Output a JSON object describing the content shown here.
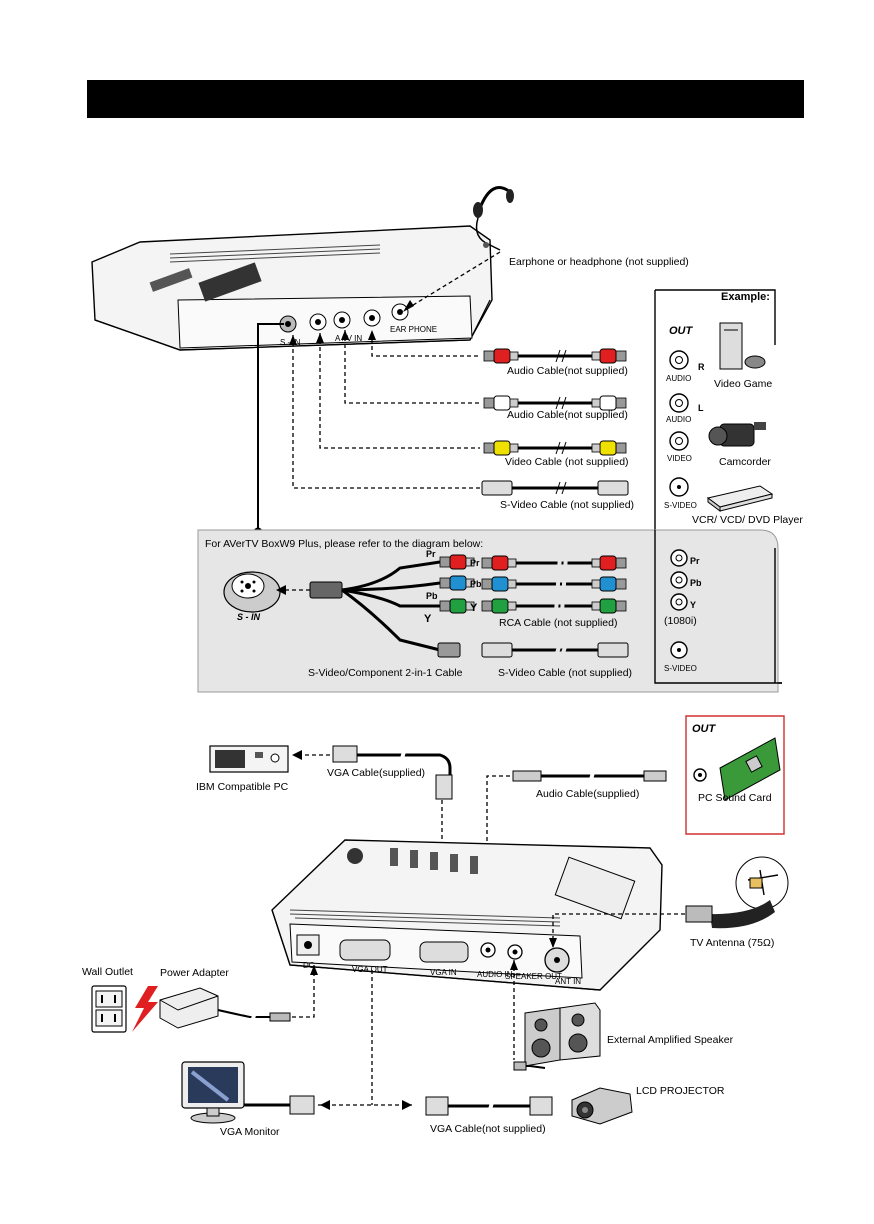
{
  "labels": {
    "earphone": "Earphone or headphone (not supplied)",
    "example": "Example:",
    "out": "OUT",
    "r": "R",
    "l": "L",
    "audio": "AUDIO",
    "video": "VIDEO",
    "svideo": "S-VIDEO",
    "video_game": "Video Game",
    "camcorder": "Camcorder",
    "vcr": "VCR/ VCD/ DVD Player",
    "audio_cable_1": "Audio Cable(not supplied)",
    "audio_cable_2": "Audio Cable(not supplied)",
    "video_cable": "Video Cable (not supplied)",
    "svideo_cable_1": "S-Video Cable (not supplied)",
    "boxw9_note": "For AVerTV BoxW9 Plus, please refer to the diagram below:",
    "pr": "Pr",
    "pb": "Pb",
    "y": "Y",
    "rca_cable": "RCA Cable (not supplied)",
    "res_1080i": "(1080i)",
    "svc_2in1": "S-Video/Component 2-in-1 Cable",
    "svideo_cable_2": "S-Video Cable (not supplied)",
    "s_in": "S - IN",
    "ibm_pc": "IBM Compatible PC",
    "vga_cable_supplied": "VGA Cable(supplied)",
    "audio_cable_supplied": "Audio Cable(supplied)",
    "pc_sound_card": "PC Sound Card",
    "tv_antenna": "TV Antenna (75Ω)",
    "wall_outlet": "Wall Outlet",
    "power_adapter": "Power Adapter",
    "ext_speaker": "External Amplified Speaker",
    "lcd_projector": "LCD PROJECTOR",
    "vga_monitor": "VGA Monitor",
    "vga_cable_not_supplied": "VGA Cable(not supplied)",
    "port_dc": "DC",
    "port_vga_out": "VGA OUT",
    "port_vga_in": "VGA IN",
    "port_audio_in": "AUDIO IN",
    "port_speaker_out": "SPEAKER OUT",
    "port_ant_in": "ANT IN",
    "port_ear_phone": "EAR PHONE",
    "port_av_in": "A / V IN",
    "port_s_in": "S - IN"
  },
  "colors": {
    "header": "#000000",
    "red_plug": "#e02020",
    "white_plug": "#ffffff",
    "yellow_plug": "#f0e000",
    "blue_plug": "#2090d0",
    "green_plug": "#20a040",
    "panel_gray": "#e6e6e6",
    "sound_card_border": "#d03030",
    "sound_card_green": "#3a9a3a"
  }
}
